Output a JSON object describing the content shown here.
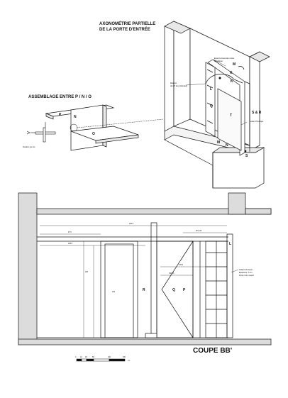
{
  "sheet": {
    "axono_title_line1": "AXONOMÉTRIE PARTIELLE",
    "axono_title_line2": "DE LA PORTE D'ENTRÉE",
    "assembly_title": "ASSEMBLAGE ENTRE P / N / O",
    "section_title": "COUPE BB'"
  },
  "assembly": {
    "labels": {
      "p": "P",
      "n": "N",
      "o": "O"
    },
    "note": "Fixation par vis"
  },
  "axono": {
    "labels": {
      "m_top": "M",
      "k": "K",
      "l": "L",
      "q": "Q",
      "t": "T",
      "s_r": "S & R",
      "m_bottom": "M",
      "n": "N",
      "s": "S"
    },
    "notes": {
      "equerre_1": "Equerre traversée métal",
      "equerre_2": "Métallique",
      "rainure_1": "Rainure",
      "rainure_2": "de 0.5 de profondeur",
      "isolant": "Isolant Phonique"
    }
  },
  "section": {
    "dims": {
      "overall": "294.5",
      "left_top": "97.5",
      "left_mid": "128.6",
      "right_top": "62 & 62",
      "door_height": "204",
      "height_left": "248",
      "bay_width": "150.25",
      "cab_mid": "105.5"
    },
    "letters": {
      "r": "R",
      "q": "Q",
      "p": "P",
      "l": "L"
    },
    "note_line1": "Isolant phonique",
    "note_line2": "Epaisseur: 6 cm",
    "note_line3": "Porte: bois massif"
  },
  "scale": {
    "ticks": [
      "0",
      "10",
      "25",
      "50",
      "100",
      "150"
    ],
    "unit": "cm"
  }
}
